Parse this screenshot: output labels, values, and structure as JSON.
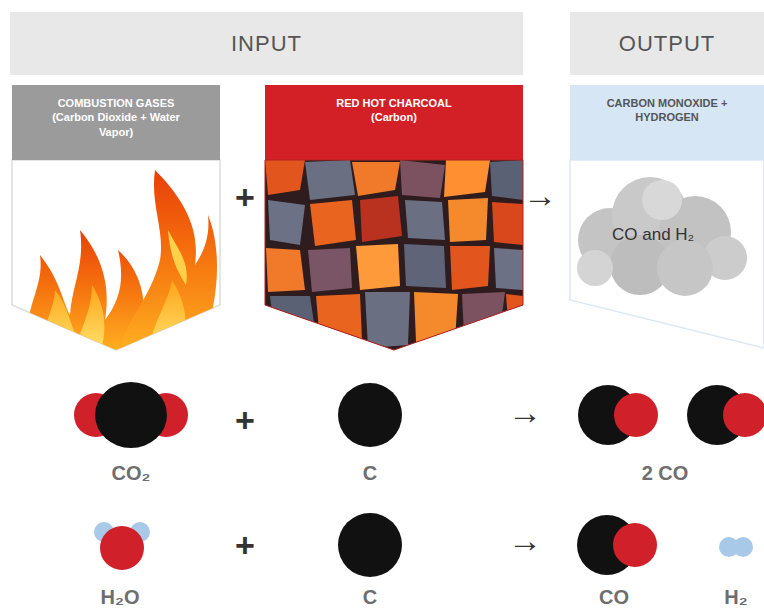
{
  "diagram": {
    "nodes": [
      {
        "text": [
          "INPUT"
        ]
      },
      {
        "text": [
          "OUTPUT"
        ]
      },
      {
        "text": [
          "COMBUSTION GASES",
          "(Carbon Dioxide + Water Vapor)"
        ]
      },
      {
        "text": [
          "RED HOT CHARCOAL",
          "(Carbon)"
        ]
      },
      {
        "text": [
          "CARBON MONOXIDE + HYDROGEN",
          "CO and H₂"
        ]
      }
    ],
    "labels": [
      "+",
      "→",
      "+",
      "→",
      "CO₂",
      "C",
      "2 CO",
      "+",
      "→",
      "H₂O",
      "C",
      "CO",
      "H₂"
    ]
  }
}
